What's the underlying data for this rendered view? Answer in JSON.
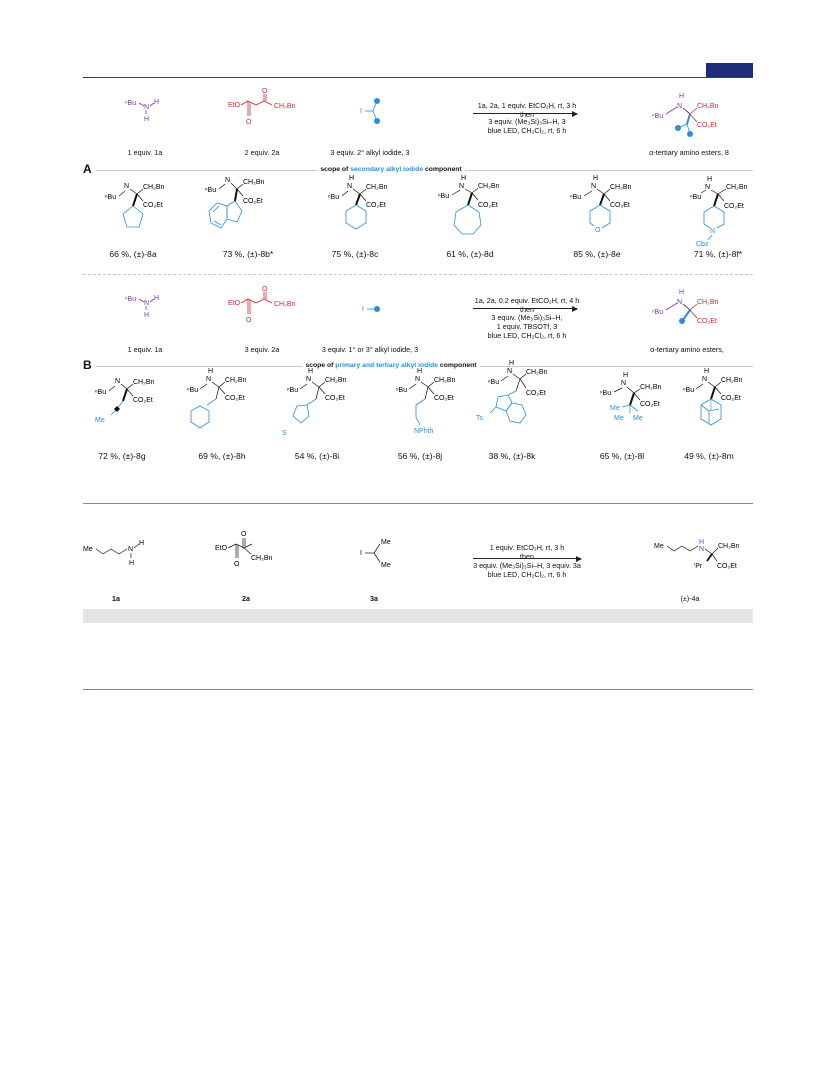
{
  "top": {
    "reactant1_label": "1 equiv. 1a",
    "reactant2_label": "2 equiv. 2a",
    "reactant3_label": "3 equiv. 2° alkyl iodide, 3",
    "product_label": "α-tertiary amino esters, 8",
    "cond_line1": "1a, 2a, 1 equiv. EtCO₂H, rt, 3 h",
    "cond_line2": "then",
    "cond_line3": "3 equiv. (Me₃Si)₃Si–H, 3",
    "cond_line4": "blue LED, CH₂Cl₂, rt, 6 h"
  },
  "sectionA": {
    "letter": "A",
    "scope_prefix": "scope of ",
    "scope_highlight": "secondary alkyl iodide",
    "scope_suffix": " component",
    "items": [
      {
        "label": "66 %, (±)-8a"
      },
      {
        "label": "73 %, (±)-8b*"
      },
      {
        "label": "75 %, (±)-8c"
      },
      {
        "label": "61 %, (±)-8d"
      },
      {
        "label": "85 %, (±)-8e"
      },
      {
        "label": "71 %, (±)-8f*"
      }
    ]
  },
  "middle": {
    "reactant1_label": "1 equiv. 1a",
    "reactant2_label": "3 equiv. 2a",
    "reactant3_label": "3 equiv. 1° or 3° alkyl iodide, 3",
    "product_label": "α-tertiary amino esters,",
    "cond_line1": "1a, 2a, 0.2 equiv. EtCO₂H, rt, 4 h",
    "cond_line2": "then",
    "cond_line3": "3 equiv. (Me₃Si)₃Si–H,",
    "cond_line4": "1 equiv. TBSOTf, 3",
    "cond_line5": "blue LED, CH₂Cl₂, rt, 6 h"
  },
  "sectionB": {
    "letter": "B",
    "scope_prefix": "scope of ",
    "scope_highlight": "primary and tertiary alkyl iodide",
    "scope_suffix": " component",
    "items": [
      {
        "label": "72 %, (±)-8g"
      },
      {
        "label": "69 %, (±)-8h"
      },
      {
        "label": "54 %, (±)-8i"
      },
      {
        "label": "56 %, (±)-8j"
      },
      {
        "label": "38 %,  (±)-8k"
      },
      {
        "label": "65 %, (±)-8l"
      },
      {
        "label": "49 %, (±)-8m"
      }
    ]
  },
  "bottom": {
    "label_1a": "1a",
    "label_2a": "2a",
    "label_3a": "3a",
    "label_4a": "(±)-4a",
    "cond_line1": "1 equiv. EtCO₂H, rt, 3 h",
    "cond_line2": "then",
    "cond_line3": "3 equiv. (Me₃Si)₃Si–H, 3 equiv. 3a",
    "cond_line4": "blue LED, CH₂Cl₂, rt, 6 h"
  },
  "atoms": {
    "nbu": "ⁿBu",
    "n": "N",
    "h": "H",
    "eto": "EtO",
    "ch2bn": "CH₂Bn",
    "co2et": "CO₂Et",
    "o": "O",
    "i": "I",
    "me": "Me",
    "cbz": "Cbz",
    "ts": "Ts",
    "nphth": "NPhth",
    "ipr": "ⁱPr"
  },
  "colors": {
    "rule": "#2b3a8f",
    "amine": "#7a3aa8",
    "ketoester": "#d0262e",
    "iodide": "#2a8fd8"
  }
}
